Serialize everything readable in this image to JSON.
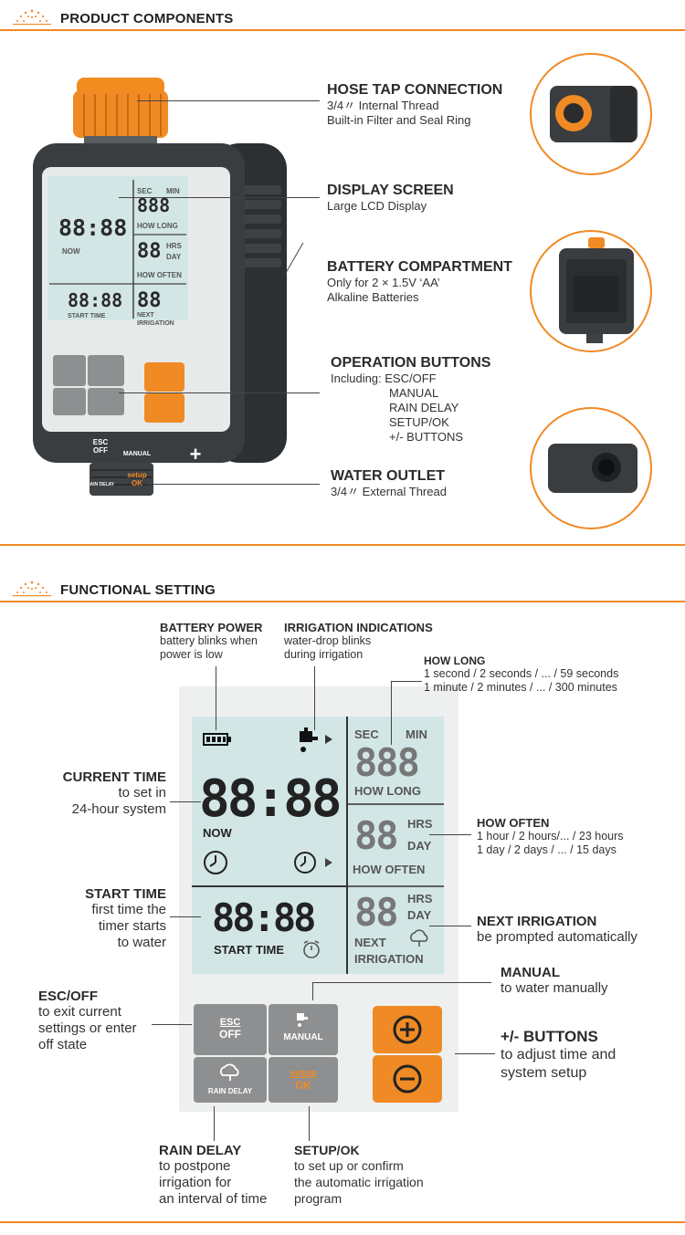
{
  "section1": {
    "title": "PRODUCT COMPONENTS"
  },
  "section2": {
    "title": "FUNCTIONAL SETTING"
  },
  "components": {
    "hose": {
      "title": "HOSE TAP CONNECTION",
      "line1": "3/4〃 Internal Thread",
      "line2": "Built-in Filter and Seal Ring"
    },
    "display": {
      "title": "DISPLAY SCREEN",
      "line1": "Large LCD Display"
    },
    "battery": {
      "title": "BATTERY COMPARTMENT",
      "line1": "Only for 2 × 1.5V ‘AA’",
      "line2": "Alkaline Batteries"
    },
    "buttons": {
      "title": "OPERATION BUTTONS",
      "line1": "Including: ESC/OFF",
      "line2": "MANUAL",
      "line3": "RAIN DELAY",
      "line4": "SETUP/OK",
      "line5": "+/- BUTTONS"
    },
    "outlet": {
      "title": "WATER OUTLET",
      "line1": "3/4〃 External Thread"
    }
  },
  "device_lcd": {
    "sec": "SEC",
    "min": "MIN",
    "digits3": "888",
    "how_long": "HOW LONG",
    "now_digits": "88:88",
    "now": "NOW",
    "hrs": "HRS",
    "day": "DAY",
    "digits2": "88",
    "how_often": "HOW OFTEN",
    "start_digits": "88:88",
    "start_time": "START TIME",
    "next": "NEXT",
    "irrigation": "IRRIGATION"
  },
  "device_buttons": {
    "esc": "ESC",
    "off": "OFF",
    "manual": "MANUAL",
    "rain_delay": "RAIN DELAY",
    "setup": "setup",
    "ok": "OK",
    "plus": "+",
    "minus": "−"
  },
  "functional": {
    "battery_power": {
      "title": "BATTERY POWER",
      "line1": "battery blinks when",
      "line2": "power is low"
    },
    "irrigation_ind": {
      "title": "IRRIGATION INDICATIONS",
      "line1": "water-drop blinks",
      "line2": "during irrigation"
    },
    "how_long": {
      "title": "HOW LONG",
      "line1": "1 second / 2 seconds / ... / 59 seconds",
      "line2": "1 minute / 2 minutes / ... / 300 minutes"
    },
    "current_time": {
      "title": "CURRENT TIME",
      "line1": "to set in",
      "line2": "24-hour system"
    },
    "how_often": {
      "title": "HOW OFTEN",
      "line1": "1 hour / 2 hours/... / 23 hours",
      "line2": "1 day / 2 days / ... / 15 days"
    },
    "start_time": {
      "title": "START TIME",
      "line1": "first time the",
      "line2": "timer starts",
      "line3": "to water"
    },
    "next_irrigation": {
      "title": "NEXT IRRIGATION",
      "line1": "be prompted automatically"
    },
    "manual": {
      "title": "MANUAL",
      "line1": "to water manually"
    },
    "esc_off": {
      "title": "ESC/OFF",
      "line1": "to exit current",
      "line2": "settings or enter",
      "line3": "off state"
    },
    "plus_minus": {
      "title": "+/- BUTTONS",
      "line1": "to adjust time and",
      "line2": "system setup"
    },
    "rain_delay": {
      "title": "RAIN DELAY",
      "line1": "to postpone",
      "line2": "irrigation for",
      "line3": "an interval of time"
    },
    "setup_ok": {
      "title": "SETUP/OK",
      "line1": "to set up or confirm",
      "line2": "the automatic irrigation",
      "line3": "program"
    }
  },
  "colors": {
    "accent": "#f08a24",
    "lcd": "#d3e6e6",
    "body": "#3a3d40",
    "button_gray": "#8d8f91"
  }
}
